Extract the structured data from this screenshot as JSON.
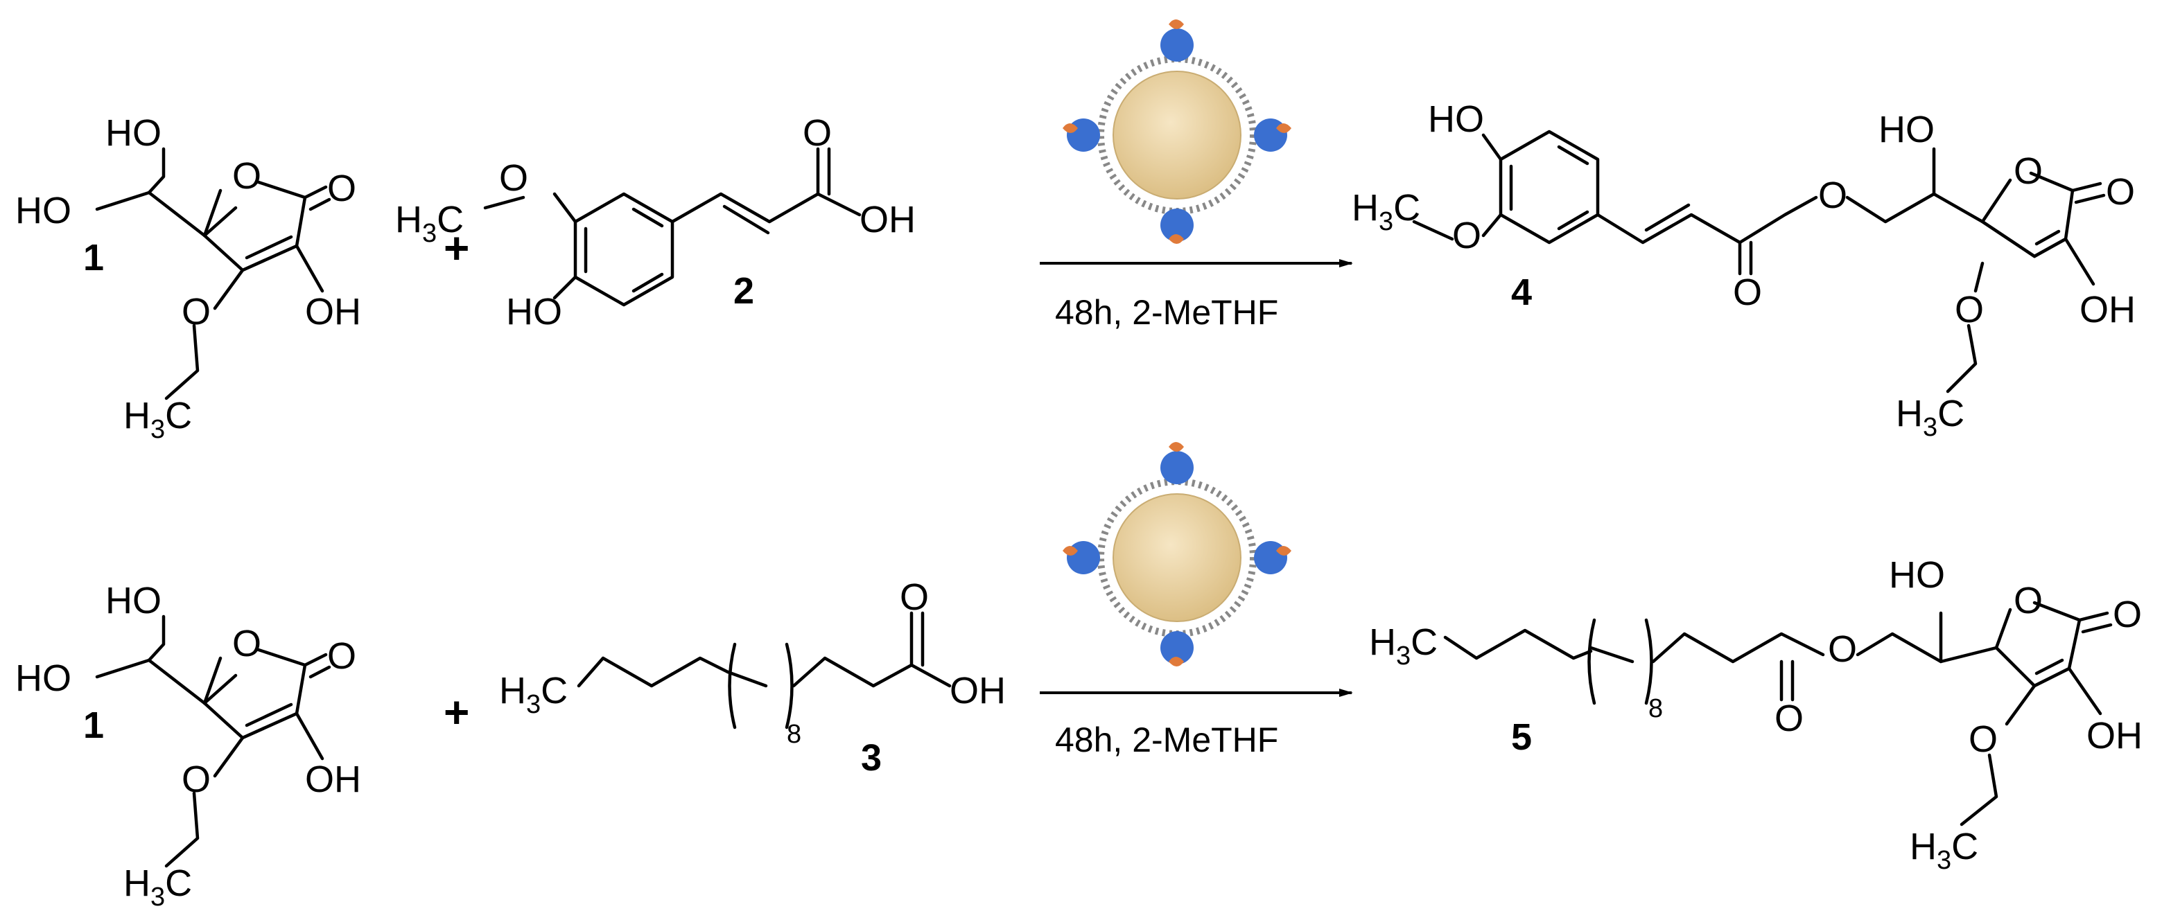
{
  "scheme": {
    "reaction_1": {
      "reactant_a": {
        "number": "1",
        "ho_top": "HO",
        "ho_left": "HO",
        "oh": "OH",
        "ring_o": "O",
        "carbonyl_o": "O",
        "ether_o": "O",
        "methyl": "H",
        "methyl_sub": "3",
        "methyl_c": "C"
      },
      "plus": "+",
      "reactant_b": {
        "number": "2",
        "methoxy_h": "H",
        "methoxy_sub": "3",
        "methoxy_co": "C",
        "methoxy_o": "O",
        "ho": "HO",
        "carbonyl_o": "O",
        "acid_oh": "OH"
      },
      "conditions": "48h, 2-MeTHF",
      "product": {
        "number": "4",
        "ho_phenol": "HO",
        "methoxy_h": "H",
        "methoxy_sub": "3",
        "methoxy_c": "C",
        "methoxy_o": "O",
        "ester_o": "O",
        "carbonyl_o": "O",
        "ho_side": "HO",
        "ring_o": "O",
        "lactone_o": "O",
        "oh": "OH",
        "ether_o": "O",
        "methyl_h": "H",
        "methyl_sub": "3",
        "methyl_c": "C"
      }
    },
    "reaction_2": {
      "reactant_a": {
        "number": "1",
        "ho_top": "HO",
        "ho_left": "HO",
        "oh": "OH",
        "ring_o": "O",
        "carbonyl_o": "O",
        "ether_o": "O",
        "methyl": "H",
        "methyl_sub": "3",
        "methyl_c": "C"
      },
      "plus": "+",
      "reactant_b": {
        "number": "3",
        "chain_h": "H",
        "chain_sub": "3",
        "chain_c": "C",
        "repeat": "8",
        "carbonyl_o": "O",
        "acid_oh": "OH"
      },
      "conditions": "48h, 2-MeTHF",
      "product": {
        "number": "5",
        "chain_h": "H",
        "chain_sub": "3",
        "chain_c": "C",
        "repeat": "8",
        "carbonyl_o": "O",
        "ester_o": "O",
        "ho_side": "HO",
        "ring_o": "O",
        "lactone_o": "O",
        "oh": "OH",
        "ether_o": "O",
        "methyl_h": "H",
        "methyl_sub": "3",
        "methyl_c": "C"
      }
    }
  },
  "colors": {
    "enzyme_blue": "#3a6fd0",
    "bead_fill": "#ecd6a8",
    "shell_gray": "#888888"
  }
}
